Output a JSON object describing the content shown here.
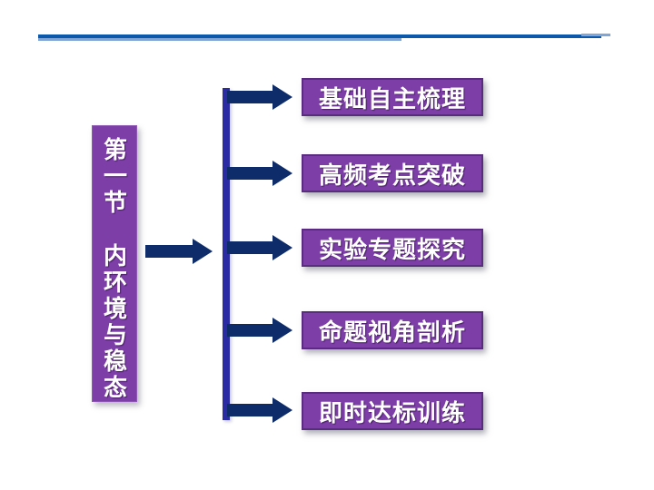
{
  "slide": {
    "kind": "courseware-section-menu",
    "background_color": "#ffffff"
  },
  "colors": {
    "box_purple": "#7d3ea8",
    "box_border_purple": "#5a2c80",
    "arrow_navy": "#0e2c69",
    "trunk_blue": "#2b2ba3",
    "top_rule_dark_blue": "#0c59ac",
    "top_rule_light_blue": "#7fa6d6",
    "label_text": "#ffffff"
  },
  "left_node": {
    "line1": "第一节",
    "line2": "内环境与稳态"
  },
  "branches": [
    {
      "label": "基础自主梳理"
    },
    {
      "label": "高频考点突破"
    },
    {
      "label": "实验专题探究"
    },
    {
      "label": "命题视角剖析"
    },
    {
      "label": "即时达标训练"
    }
  ]
}
